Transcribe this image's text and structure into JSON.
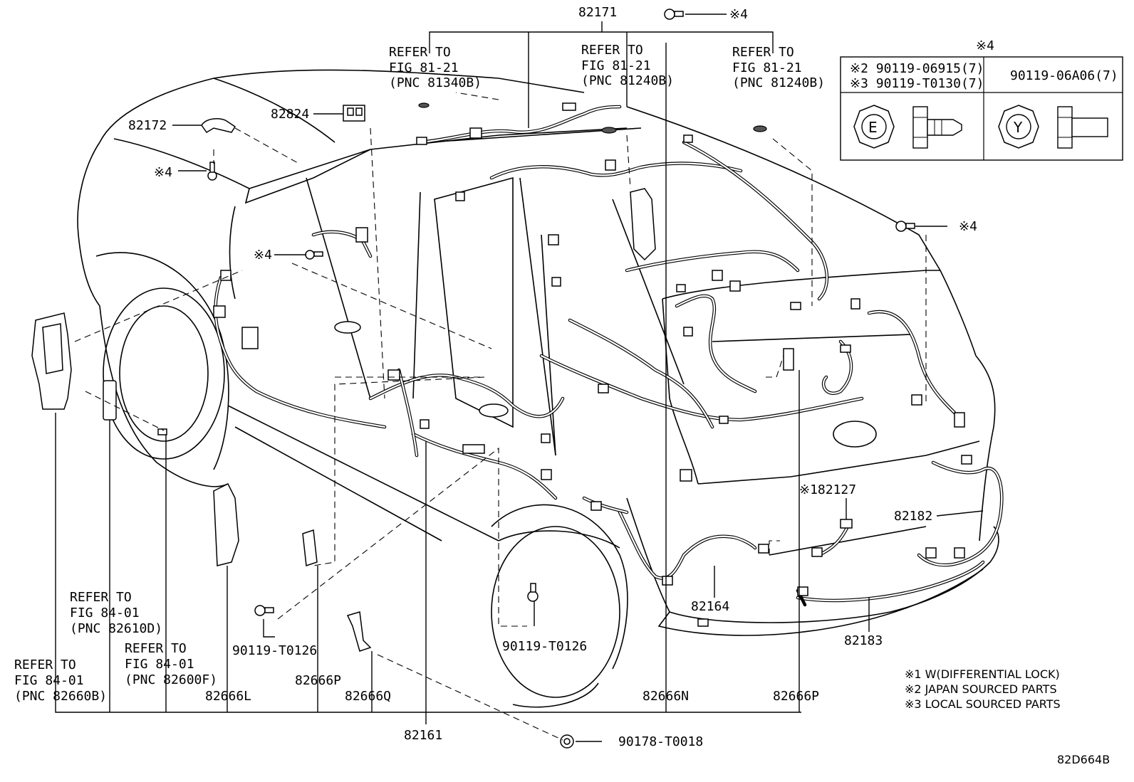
{
  "labels": {
    "p82171": "82171",
    "p82172": "82172",
    "p82824": "82824",
    "p82127": "※182127",
    "p82182": "82182",
    "p82164": "82164",
    "p82183": "82183",
    "p82161": "82161",
    "p82666L": "82666L",
    "p82666P_left": "82666P",
    "p82666Q": "82666Q",
    "p82666N": "82666N",
    "p82666P_right": "82666P",
    "bolt_left": "90119-T0126",
    "bolt_center": "90119-T0126",
    "clip_bottom": "90178-T0018",
    "mark4_top": "※4",
    "mark4_right": "※4",
    "mark4_left_a": "※4",
    "mark4_left_b": "※4",
    "diagram_code": "82D664B"
  },
  "refer_notes": {
    "r1": {
      "line1": "REFER TO",
      "line2": "FIG 81-21",
      "line3": "(PNC 81340B)"
    },
    "r2": {
      "line1": "REFER TO",
      "line2": "FIG 81-21",
      "line3": "(PNC 81240B)"
    },
    "r3": {
      "line1": "REFER TO",
      "line2": "FIG 81-21",
      "line3": "(PNC 81240B)"
    },
    "r4": {
      "line1": "REFER TO",
      "line2": "FIG 84-01",
      "line3": "(PNC 82610D)"
    },
    "r5": {
      "line1": "REFER TO",
      "line2": "FIG 84-01",
      "line3": "(PNC 82600F)"
    },
    "r6": {
      "line1": "REFER TO",
      "line2": "FIG 84-01",
      "line3": "(PNC 82660B)"
    }
  },
  "bolt_table": {
    "heading": "※4",
    "row1_left": "※2  90119-06915(7)",
    "row2_left": "※3  90119-T0130(7)",
    "right": "90119-06A06(7)",
    "mark_e": "E",
    "mark_y": "Y"
  },
  "legend": {
    "l1": "※1 W(DIFFERENTIAL LOCK)",
    "l2": "※2 JAPAN SOURCED PARTS",
    "l3": "※3 LOCAL SOURCED PARTS"
  }
}
